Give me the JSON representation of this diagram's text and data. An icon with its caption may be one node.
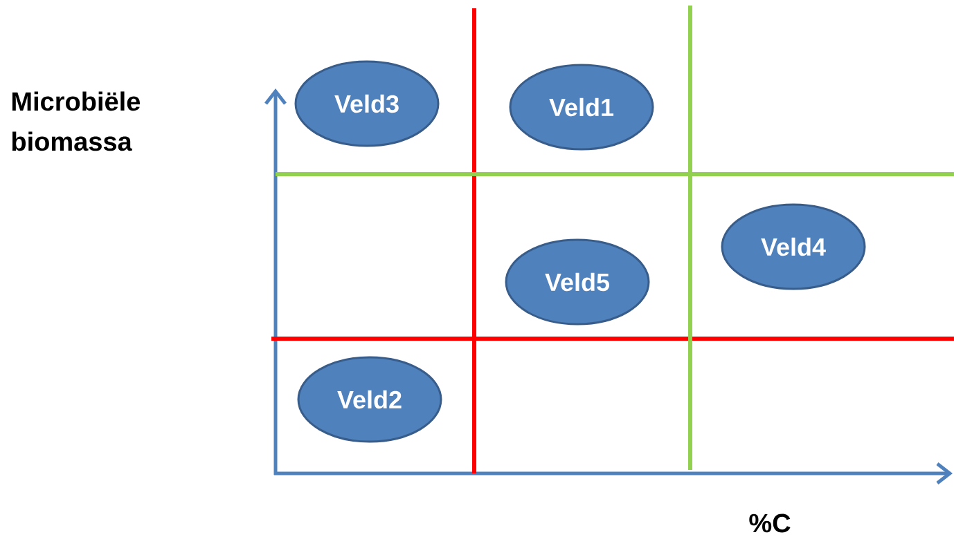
{
  "diagram": {
    "nodes": [
      {
        "text": [
          "Veld3"
        ]
      },
      {
        "text": [
          "Veld1"
        ]
      },
      {
        "text": [
          "Veld4"
        ]
      },
      {
        "text": [
          "Veld5"
        ]
      },
      {
        "text": [
          "Veld2"
        ]
      }
    ],
    "labels": [
      "Microbiële biomassa",
      "%C"
    ]
  }
}
